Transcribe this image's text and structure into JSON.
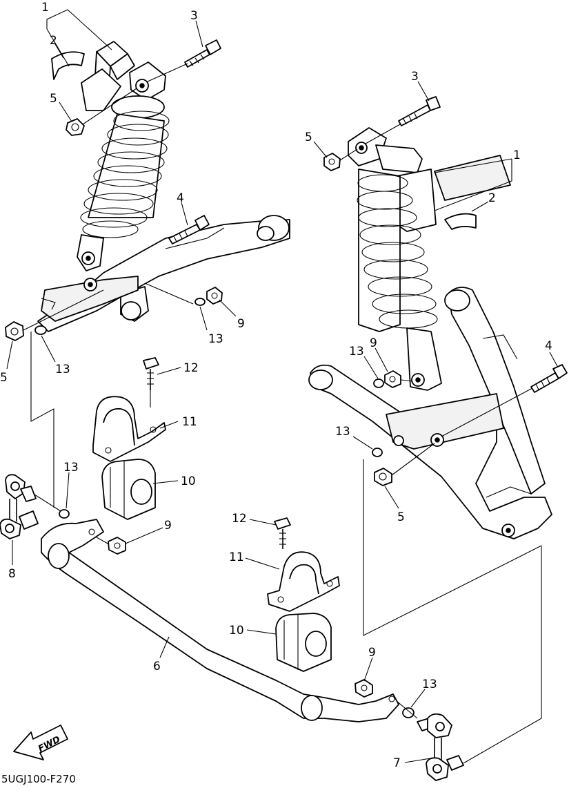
{
  "diagram": {
    "caption": "5UGJ100-F270",
    "fwd_label": "FWD",
    "callouts": {
      "c1a": "1",
      "c2a": "2",
      "c3a": "3",
      "c5a": "5",
      "c4a": "4",
      "c13a": "13",
      "c9a": "9",
      "c5b": "5",
      "c13b": "13",
      "c12a": "12",
      "c11a": "11",
      "c10a": "10",
      "c13c": "13",
      "c8": "8",
      "c9b": "9",
      "c3b": "3",
      "c5c": "5",
      "c1b": "1",
      "c2b": "2",
      "c13d": "13",
      "c9c": "9",
      "c4b": "4",
      "c13e": "13",
      "c5d": "5",
      "c12b": "12",
      "c11b": "11",
      "c10b": "10",
      "c6": "6",
      "c9d": "9",
      "c13f": "13",
      "c7": "7"
    }
  },
  "colors": {
    "line": "#000000",
    "background": "#ffffff"
  }
}
